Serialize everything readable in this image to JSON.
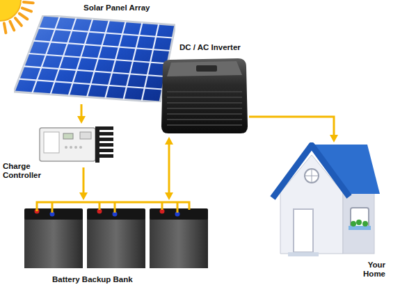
{
  "diagram": {
    "nodes": [
      {
        "text": [
          "Solar Panel Array"
        ]
      },
      {
        "text": [
          "DC / AC Inverter"
        ]
      },
      {
        "text": [
          "Charge Controller"
        ]
      },
      {
        "text": [
          "Battery Backup Bank"
        ]
      },
      {
        "text": [
          "Your Home"
        ]
      }
    ],
    "edges": [
      {
        "from": 0,
        "to": 2,
        "arrow": "to"
      },
      {
        "from": 2,
        "to": 3,
        "arrow": "to"
      },
      {
        "from": 3,
        "to": 1,
        "arrow": "both"
      },
      {
        "from": 1,
        "to": 4,
        "arrow": "to"
      }
    ]
  }
}
